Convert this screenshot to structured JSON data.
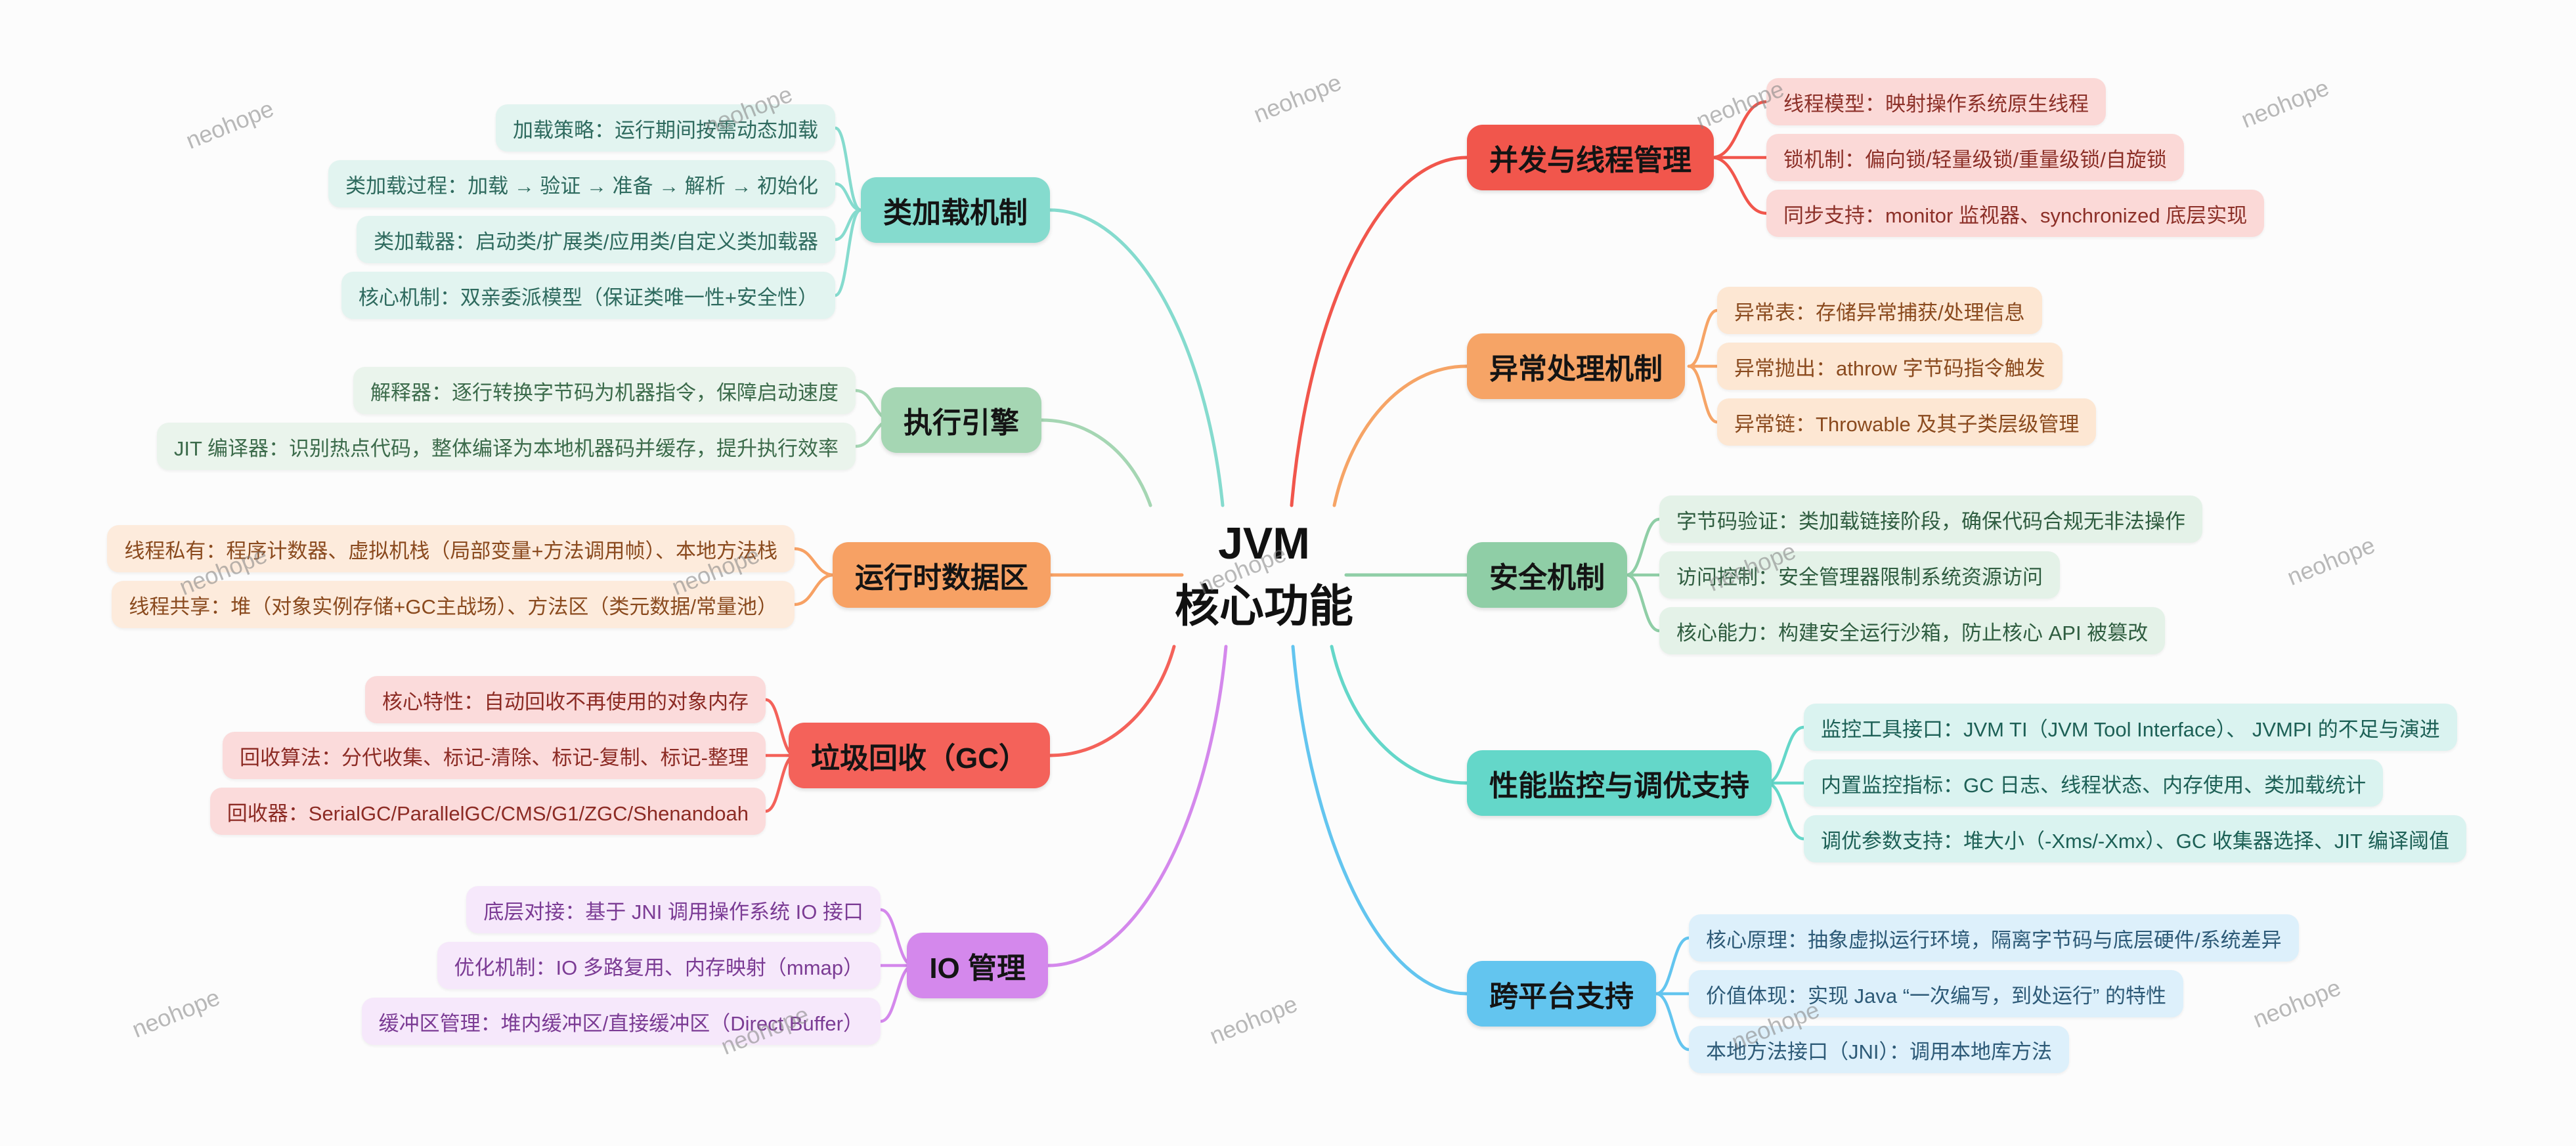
{
  "title": {
    "line1": "JVM",
    "line2": "核心功能"
  },
  "watermark_text": "neohope",
  "background_color": "#fcfcfc",
  "branches": [
    {
      "id": "class-loading",
      "label": "类加载机制",
      "color": "#85DBCE",
      "leaf_bg": "#E2F4F0",
      "leaf_color": "#2E6A5E",
      "children": [
        "加载策略：运行期间按需动态加载",
        "类加载过程：加载 → 验证 → 准备 → 解析 → 初始化",
        "类加载器：启动类/扩展类/应用类/自定义类加载器",
        "核心机制：双亲委派模型（保证类唯一性+安全性）"
      ]
    },
    {
      "id": "execution-engine",
      "label": "执行引擎",
      "color": "#A5D6B3",
      "leaf_bg": "#EAF4EC",
      "leaf_color": "#3C6B4B",
      "children": [
        "解释器：逐行转换字节码为机器指令，保障启动速度",
        "JIT 编译器：识别热点代码，整体编译为本地机器码并缓存，提升执行效率"
      ]
    },
    {
      "id": "runtime-data-area",
      "label": "运行时数据区",
      "color": "#F7A164",
      "leaf_bg": "#FDEBDC",
      "leaf_color": "#8A4A1E",
      "children": [
        "线程私有：程序计数器、虚拟机栈（局部变量+方法调用帧）、本地方法栈",
        "线程共享：堆（对象实例存储+GC主战场）、方法区（类元数据/常量池）"
      ]
    },
    {
      "id": "garbage-collection",
      "label": "垃圾回收（GC）",
      "color": "#F4625A",
      "leaf_bg": "#FBDBDB",
      "leaf_color": "#8C2B24",
      "children": [
        "核心特性：自动回收不再使用的对象内存",
        "回收算法：分代收集、标记-清除、标记-复制、标记-整理",
        "回收器：SerialGC/ParallelGC/CMS/G1/ZGC/Shenandoah"
      ]
    },
    {
      "id": "io-management",
      "label": "IO 管理",
      "color": "#D488EC",
      "leaf_bg": "#F6E8FB",
      "leaf_color": "#7B3B94",
      "children": [
        "底层对接：基于 JNI 调用操作系统 IO 接口",
        "优化机制：IO 多路复用、内存映射（mmap）",
        "缓冲区管理：堆内缓冲区/直接缓冲区（Direct Buffer）"
      ]
    },
    {
      "id": "concurrency-thread-management",
      "label": "并发与线程管理",
      "color": "#F1564C",
      "leaf_bg": "#FBD9D7",
      "leaf_color": "#8C3028",
      "children": [
        "线程模型：映射操作系统原生线程",
        "锁机制：偏向锁/轻量级锁/重量级锁/自旋锁",
        "同步支持：monitor 监视器、synchronized 底层实现"
      ]
    },
    {
      "id": "exception-handling",
      "label": "异常处理机制",
      "color": "#F6A466",
      "leaf_bg": "#FDE7D3",
      "leaf_color": "#8A4A1E",
      "children": [
        "异常表：存储异常捕获/处理信息",
        "异常抛出：athrow 字节码指令触发",
        "异常链：Throwable 及其子类层级管理"
      ]
    },
    {
      "id": "security",
      "label": "安全机制",
      "color": "#8FCEA6",
      "leaf_bg": "#E4F2E8",
      "leaf_color": "#2F5D40",
      "children": [
        "字节码验证：类加载链接阶段，确保代码合规无非法操作",
        "访问控制：安全管理器限制系统资源访问",
        "核心能力：构建安全运行沙箱，防止核心 API 被篡改"
      ]
    },
    {
      "id": "performance-monitoring",
      "label": "性能监控与调优支持",
      "color": "#64D7C9",
      "leaf_bg": "#DAF3F0",
      "leaf_color": "#1D6056",
      "children": [
        "监控工具接口：JVM TI（JVM Tool Interface）、 JVMPI 的不足与演进",
        "内置监控指标：GC 日志、线程状态、内存使用、类加载统计",
        "调优参数支持：堆大小（-Xms/-Xmx）、GC 收集器选择、JIT 编译阈值"
      ]
    },
    {
      "id": "cross-platform",
      "label": "跨平台支持",
      "color": "#63C5EF",
      "leaf_bg": "#DDF0FB",
      "leaf_color": "#2D5A77",
      "children": [
        "核心原理：抽象虚拟运行环境，隔离字节码与底层硬件/系统差异",
        "价值体现：实现 Java “一次编写，到处运行” 的特性",
        "本地方法接口（JNI）：调用本地库方法"
      ]
    }
  ]
}
